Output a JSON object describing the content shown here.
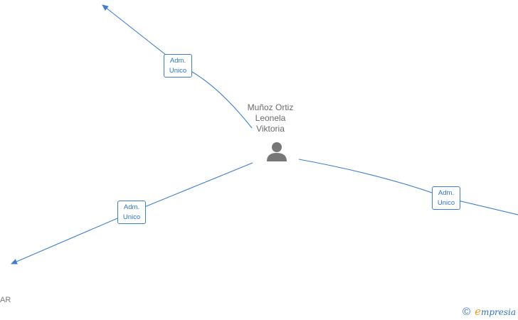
{
  "person": {
    "name_line1": "Muñoz Ortiz",
    "name_line2": "Leonela",
    "name_line3": "Viktoria",
    "icon": "person-icon"
  },
  "relations": [
    {
      "line1": "Adm.",
      "line2": "Unico"
    },
    {
      "line1": "Adm.",
      "line2": "Unico"
    },
    {
      "line1": "Adm.",
      "line2": "Unico"
    }
  ],
  "edge_text": {
    "bottom_left": "AR"
  },
  "brand": {
    "copyright_symbol": "©",
    "initial": "e",
    "rest": "mpresia"
  },
  "colors": {
    "edge": "#3c7fd0",
    "label_text": "#2f74c7",
    "person_icon": "#777777",
    "person_text": "#6b6b6b",
    "brand_accent": "#f39c12"
  }
}
